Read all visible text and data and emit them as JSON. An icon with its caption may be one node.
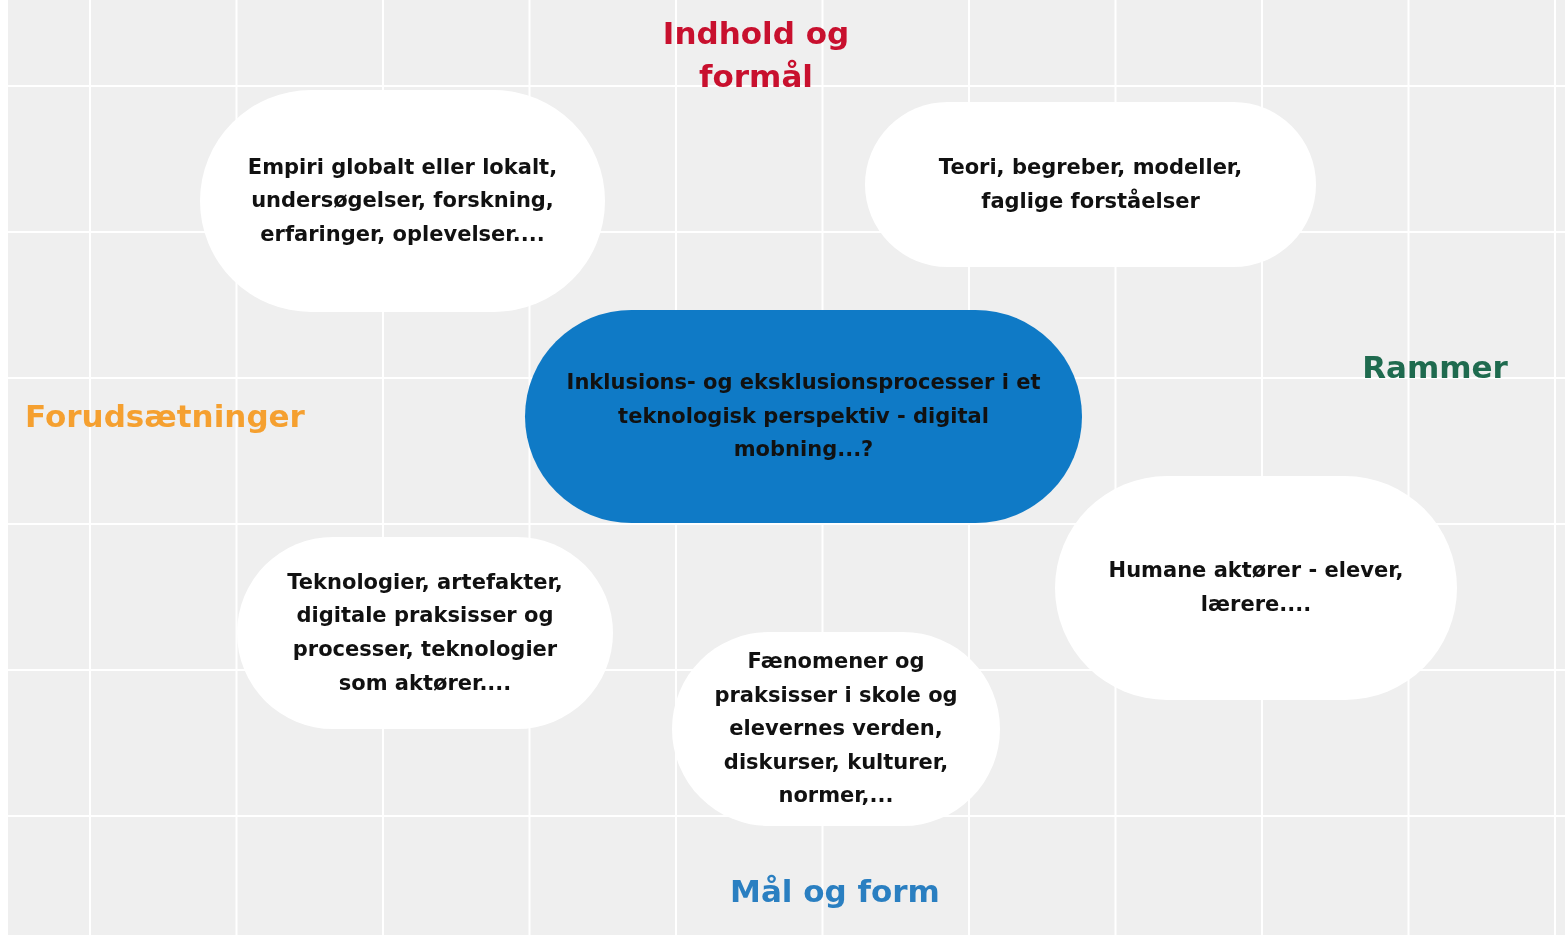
{
  "diagram": {
    "nodes": [
      {
        "text": [
          "Empiri globalt eller lokalt, undersøgelser, forskning, erfaringer, oplevelser...."
        ]
      },
      {
        "text": [
          "Teori, begreber, modeller, faglige forståelser"
        ]
      },
      {
        "text": [
          "Inklusions- og eksklusionsprocesser i et teknologisk perspektiv - digital mobning...?"
        ]
      },
      {
        "text": [
          "Humane aktører - elever, lærere...."
        ]
      },
      {
        "text": [
          "Teknologier, artefakter, digitale praksisser og processer, teknologier som aktører...."
        ]
      },
      {
        "text": [
          "Fænomener og praksisser i skole og elevernes verden, diskurser, kulturer, normer,..."
        ]
      }
    ],
    "labels": [
      "Indhold og formål",
      "Rammer",
      "Forudsætninger",
      "Mål og form"
    ]
  }
}
